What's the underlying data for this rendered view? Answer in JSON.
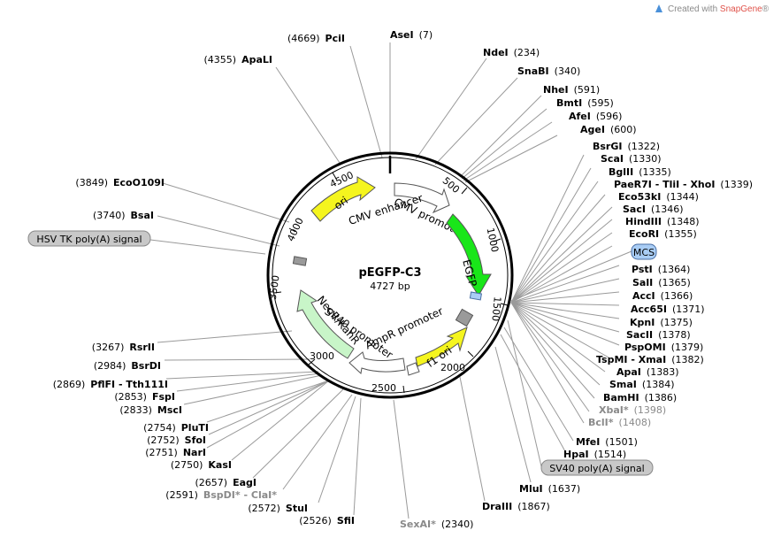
{
  "credit": {
    "prefix": "Created with ",
    "brand": "SnapGene",
    "mark": "®"
  },
  "plasmid": {
    "name": "pEGFP-C3",
    "size": "4727 bp"
  },
  "ticks": [
    "500",
    "1000",
    "1500",
    "2000",
    "2500",
    "3000",
    "3500",
    "4000",
    "4500"
  ],
  "features": {
    "ori": "ori",
    "cmv_enhancer": "CMV enhancer",
    "cmv_promoter": "CMV promoter",
    "egfp": "EGFP",
    "f1_ori": "f1 ori",
    "ampr_promoter": "AmpR promoter",
    "sv40_promoter": "SV40 promoter",
    "neor": "NeoR/KanR"
  },
  "tags": {
    "hsv_tk": "HSV TK poly(A) signal",
    "mcs": "MCS",
    "sv40_polya": "SV40 poly(A) signal"
  },
  "sites": [
    {
      "name": "AseI",
      "pos": "(7)"
    },
    {
      "name": "PciI",
      "pos": "(4669)"
    },
    {
      "name": "ApaLI",
      "pos": "(4355)"
    },
    {
      "name": "NdeI",
      "pos": "(234)"
    },
    {
      "name": "SnaBI",
      "pos": "(340)"
    },
    {
      "name": "NheI",
      "pos": "(591)"
    },
    {
      "name": "BmtI",
      "pos": "(595)"
    },
    {
      "name": "AfeI",
      "pos": "(596)"
    },
    {
      "name": "AgeI",
      "pos": "(600)"
    },
    {
      "name": "BsrGI",
      "pos": "(1322)"
    },
    {
      "name": "ScaI",
      "pos": "(1330)"
    },
    {
      "name": "BglII",
      "pos": "(1335)"
    },
    {
      "name": "PaeR7I - TliI - XhoI",
      "pos": "(1339)"
    },
    {
      "name": "Eco53kI",
      "pos": "(1344)"
    },
    {
      "name": "SacI",
      "pos": "(1346)"
    },
    {
      "name": "HindIII",
      "pos": "(1348)"
    },
    {
      "name": "EcoRI",
      "pos": "(1355)"
    },
    {
      "name": "PstI",
      "pos": "(1364)"
    },
    {
      "name": "SalI",
      "pos": "(1365)"
    },
    {
      "name": "AccI",
      "pos": "(1366)"
    },
    {
      "name": "Acc65I",
      "pos": "(1371)"
    },
    {
      "name": "KpnI",
      "pos": "(1375)"
    },
    {
      "name": "SacII",
      "pos": "(1378)"
    },
    {
      "name": "PspOMI",
      "pos": "(1379)"
    },
    {
      "name": "TspMI - XmaI",
      "pos": "(1382)"
    },
    {
      "name": "ApaI",
      "pos": "(1383)"
    },
    {
      "name": "SmaI",
      "pos": "(1384)"
    },
    {
      "name": "BamHI",
      "pos": "(1386)"
    },
    {
      "name": "XbaI*",
      "pos": "(1398)"
    },
    {
      "name": "BclI*",
      "pos": "(1408)"
    },
    {
      "name": "MfeI",
      "pos": "(1501)"
    },
    {
      "name": "HpaI",
      "pos": "(1514)"
    },
    {
      "name": "MluI",
      "pos": "(1637)"
    },
    {
      "name": "DraIII",
      "pos": "(1867)"
    },
    {
      "name": "SexAI*",
      "pos": "(2340)"
    },
    {
      "name": "SfiI",
      "pos": "(2526)"
    },
    {
      "name": "StuI",
      "pos": "(2572)"
    },
    {
      "name": "BspDI* - ClaI*",
      "pos": "(2591)"
    },
    {
      "name": "EagI",
      "pos": "(2657)"
    },
    {
      "name": "KasI",
      "pos": "(2750)"
    },
    {
      "name": "NarI",
      "pos": "(2751)"
    },
    {
      "name": "SfoI",
      "pos": "(2752)"
    },
    {
      "name": "PluTI",
      "pos": "(2754)"
    },
    {
      "name": "MscI",
      "pos": "(2833)"
    },
    {
      "name": "FspI",
      "pos": "(2853)"
    },
    {
      "name": "PflFI - Tth111I",
      "pos": "(2869)"
    },
    {
      "name": "BsrDI",
      "pos": "(2984)"
    },
    {
      "name": "RsrII",
      "pos": "(3267)"
    },
    {
      "name": "BsaI",
      "pos": "(3740)"
    },
    {
      "name": "EcoO109I",
      "pos": "(3849)"
    }
  ],
  "colors": {
    "ori": "#f5f51e",
    "egfp": "#19e619",
    "f1_ori": "#f5f51e",
    "neor": "#c8f5c8",
    "promoter": "#ffffff",
    "small_box": "#9a9a9a",
    "mcs_box": "#a9cdf5",
    "tag_grey": "#c8c8c8",
    "leader": "#9a9a9a",
    "backbone": "#000000"
  }
}
